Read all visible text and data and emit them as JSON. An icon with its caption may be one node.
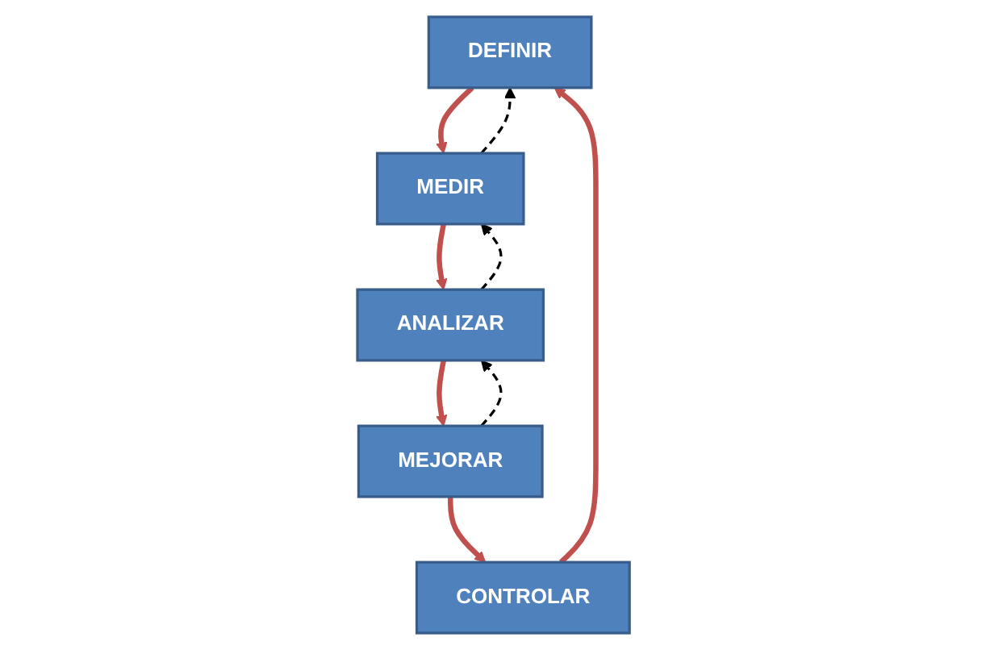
{
  "diagram": {
    "nodes": [
      {
        "text": [
          "DEFINIR"
        ]
      },
      {
        "text": [
          "MEDIR"
        ]
      },
      {
        "text": [
          "ANALIZAR"
        ]
      },
      {
        "text": [
          "MEJORAR"
        ]
      },
      {
        "text": [
          "CONTROLAR"
        ]
      }
    ],
    "edges": [
      {
        "from": 0,
        "to": 1,
        "arrow": "to"
      },
      {
        "from": 1,
        "to": 2,
        "arrow": "to"
      },
      {
        "from": 2,
        "to": 3,
        "arrow": "to"
      },
      {
        "from": 3,
        "to": 4,
        "arrow": "to"
      },
      {
        "from": 4,
        "to": 0,
        "arrow": "to"
      },
      {
        "from": 1,
        "to": 0,
        "arrow": "to",
        "style": "dashed",
        "color": "#000000"
      },
      {
        "from": 2,
        "to": 1,
        "arrow": "to",
        "style": "dashed",
        "color": "#000000"
      },
      {
        "from": 3,
        "to": 2,
        "arrow": "to",
        "style": "dashed",
        "color": "#000000"
      }
    ]
  }
}
